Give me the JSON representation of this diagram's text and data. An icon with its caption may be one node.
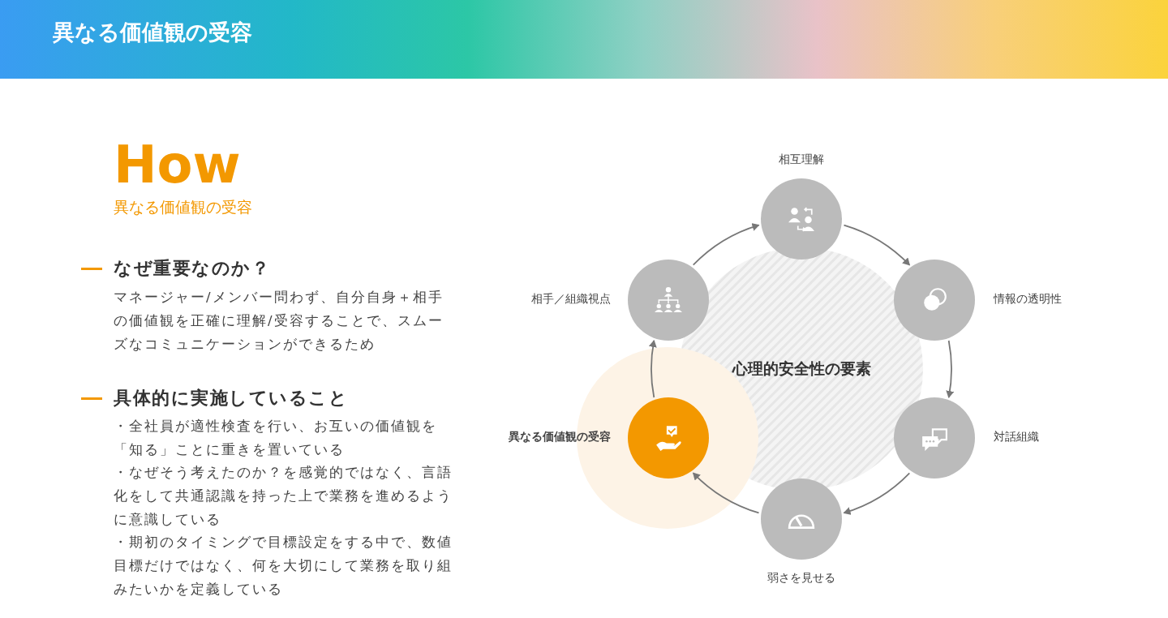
{
  "diagram": {
    "title": "異なる価値観の受容",
    "nodes": [
      {
        "text": [
          "心理的安全性の要素"
        ]
      },
      {
        "text": [
          "相互理解"
        ]
      },
      {
        "text": [
          "情報の透明性"
        ]
      },
      {
        "text": [
          "対話組織"
        ]
      },
      {
        "text": [
          "弱さを見せる"
        ]
      },
      {
        "text": [
          "異なる価値観の受容"
        ]
      },
      {
        "text": [
          "相手／組織視点"
        ]
      }
    ],
    "edges": [
      {
        "from": 1,
        "to": 2,
        "arrow": "to"
      },
      {
        "from": 2,
        "to": 3,
        "arrow": "to"
      },
      {
        "from": 3,
        "to": 4,
        "arrow": "to"
      },
      {
        "from": 4,
        "to": 5,
        "arrow": "to"
      },
      {
        "from": 5,
        "to": 6,
        "arrow": "to"
      },
      {
        "from": 6,
        "to": 1,
        "arrow": "to"
      }
    ],
    "labels": [
      "How",
      "異なる価値観の受容",
      "なぜ重要なのか？",
      "マネージャー/メンバー問わず、自分自身＋相手の価値観を正確に理解/受容することで、スムーズなコミュニケーションができるため",
      "具体的に実施していること",
      "・全社員が適性検査を行い、お互いの価値観を「知る」ことに重きを置いている",
      "・なぜそう考えたのか？を感覚的ではなく、言語化をして共通認識を持った上で業務を進めるように意識している",
      "・期初のタイミングで目標設定をする中で、数値目標だけではなく、何を大切にして業務を取り組みたいかを定義している"
    ]
  }
}
